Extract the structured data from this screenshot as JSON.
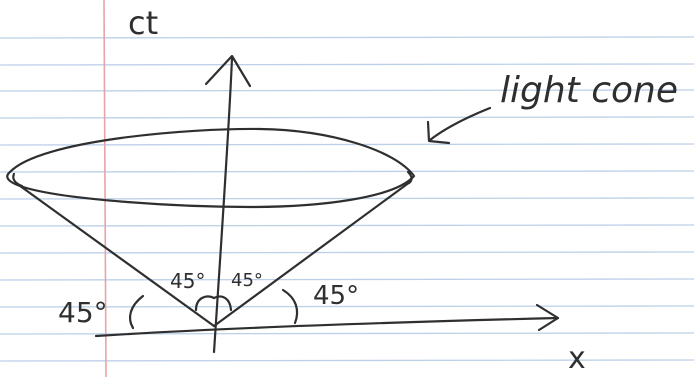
{
  "diagram": {
    "axis_vertical_label": "ct",
    "axis_horizontal_label": "x",
    "cone_annotation": "light cone",
    "angle_labels": {
      "outer_left": "45°",
      "inner_left": "45°",
      "inner_right": "45°",
      "outer_right": "45°"
    }
  },
  "colors": {
    "ink": "#2f2f2f",
    "paper": "#ffffff",
    "ruled_line": "#bcd0e8",
    "margin_line": "#e8a4a4"
  }
}
